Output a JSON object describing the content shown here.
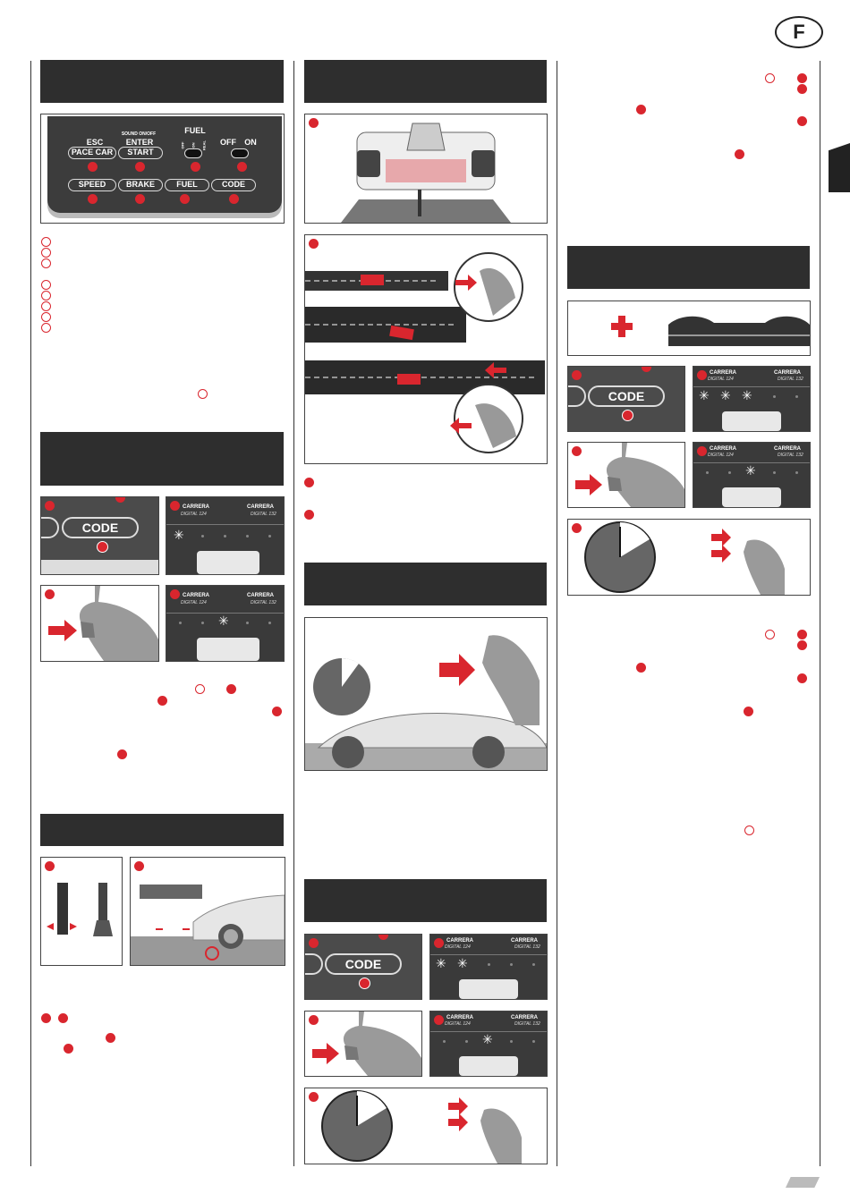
{
  "page": {
    "language_badge": "F"
  },
  "control_panel": {
    "labels_top": {
      "esc": "ESC",
      "sound": "SOUND ON/OFF",
      "enter": "ENTER",
      "fuel": "FUEL",
      "off": "OFF",
      "on": "ON",
      "fuel_off": "OFF",
      "fuel_on": "ON",
      "fuel_real": "REAL"
    },
    "buttons_top": [
      "PACE CAR",
      "START"
    ],
    "buttons_bottom": [
      "SPEED",
      "BRAKE",
      "FUEL",
      "CODE"
    ]
  },
  "code_button": {
    "label": "CODE"
  },
  "control_unit": {
    "brand": "CARRERA",
    "model_left": "DIGITAL 124",
    "model_right": "DIGITAL 132"
  },
  "colors": {
    "accent_red": "#d9262e",
    "header_dark": "#2e2e2e",
    "panel_gray": "#4b4b4b"
  },
  "icons": [
    "red-dot-icon",
    "outline-dot-icon",
    "red-arrow-icon",
    "plus-icon",
    "clock-icon",
    "spark-icon"
  ]
}
